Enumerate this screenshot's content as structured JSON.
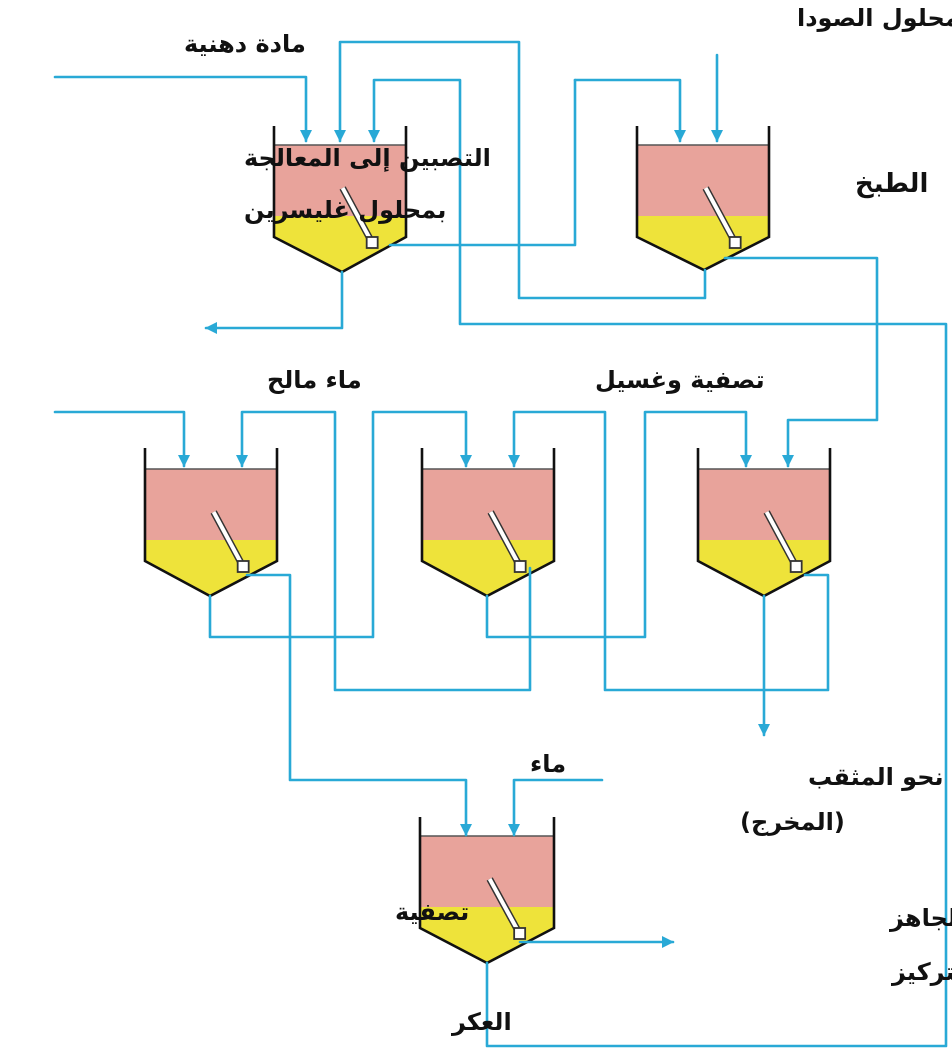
{
  "colors": {
    "pipe": "#29a9d6",
    "upper_liquid": "#e8a39b",
    "lower_liquid": "#eee33a",
    "tank_outline": "#111111",
    "stirrer": "#333333"
  },
  "labels": {
    "fatty_material": "مادة دهنية",
    "soda_solution": "محلول الصودا",
    "saponification_line1": "التصبين إلى المعالجة",
    "saponification_line2": "بمحلول غليسرين",
    "cooking": "الطبخ",
    "salt_water": "ماء مالح",
    "filter_wash": "تصفية وغسيل",
    "water": "ماء",
    "to_drain_line1": "نحو المثقب",
    "to_drain_line2": "(المخرج)",
    "clarification": "تصفية",
    "ready_soap_line1": "الصابون الجاهز",
    "ready_soap_line2": "إلى التركيز",
    "sediment": "العكر"
  },
  "icons": {
    "tank": "conical-settling-tank-icon",
    "stirrer": "stirrer-icon",
    "arrow": "flow-arrow-icon"
  }
}
